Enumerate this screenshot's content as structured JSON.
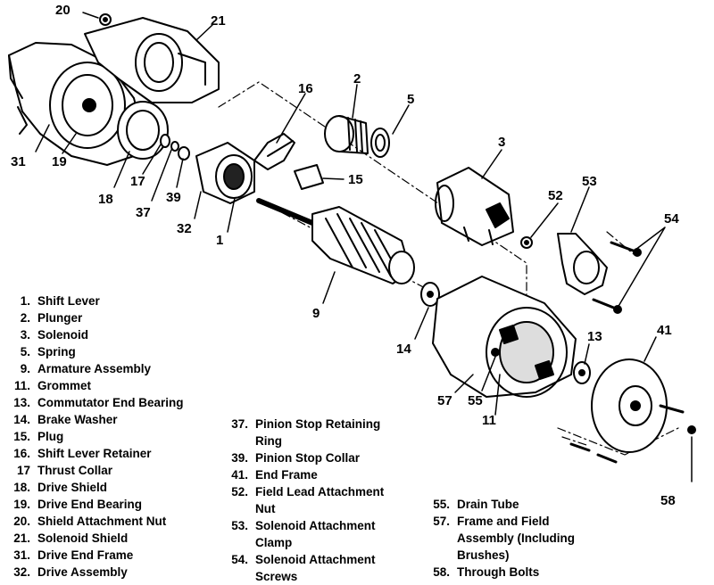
{
  "callouts": {
    "c20": "20",
    "c21": "21",
    "c16": "16",
    "c2": "2",
    "c5": "5",
    "c3": "3",
    "c31": "31",
    "c19": "19",
    "c18": "18",
    "c17": "17",
    "c37": "37",
    "c39": "39",
    "c32": "32",
    "c1": "1",
    "c15": "15",
    "c52": "52",
    "c53": "53",
    "c54": "54",
    "c9": "9",
    "c14": "14",
    "c13": "13",
    "c41": "41",
    "c57": "57",
    "c55": "55",
    "c11": "11",
    "c58": "58"
  },
  "legend": {
    "col1": [
      {
        "num": "1.",
        "text": "Shift Lever"
      },
      {
        "num": "2.",
        "text": "Plunger"
      },
      {
        "num": "3.",
        "text": "Solenoid"
      },
      {
        "num": "5.",
        "text": "Spring"
      },
      {
        "num": "9.",
        "text": "Armature Assembly"
      },
      {
        "num": "11.",
        "text": "Grommet"
      },
      {
        "num": "13.",
        "text": "Commutator End Bearing"
      },
      {
        "num": "14.",
        "text": "Brake Washer"
      },
      {
        "num": "15.",
        "text": "Plug"
      },
      {
        "num": "16.",
        "text": "Shift Lever Retainer"
      },
      {
        "num": "17",
        "text": "Thrust Collar"
      },
      {
        "num": "18.",
        "text": "Drive Shield"
      },
      {
        "num": "19.",
        "text": "Drive End Bearing"
      },
      {
        "num": "20.",
        "text": "Shield Attachment Nut"
      },
      {
        "num": "21.",
        "text": "Solenoid Shield"
      },
      {
        "num": "31.",
        "text": "Drive End Frame"
      },
      {
        "num": "32.",
        "text": "Drive Assembly"
      }
    ],
    "col2": [
      {
        "num": "37.",
        "text": "Pinion Stop Retaining",
        "cont": "Ring"
      },
      {
        "num": "39.",
        "text": "Pinion Stop Collar"
      },
      {
        "num": "41.",
        "text": "End Frame"
      },
      {
        "num": "52.",
        "text": "Field Lead Attachment",
        "cont": "Nut"
      },
      {
        "num": "53.",
        "text": "Solenoid Attachment",
        "cont": "Clamp"
      },
      {
        "num": "54.",
        "text": "Solenoid Attachment",
        "cont": "Screws"
      }
    ],
    "col3": [
      {
        "num": "55.",
        "text": "Drain Tube"
      },
      {
        "num": "57.",
        "text": "Frame and Field",
        "cont": "Assembly (Including",
        "cont2": "Brushes)"
      },
      {
        "num": "58.",
        "text": "Through Bolts"
      }
    ]
  }
}
